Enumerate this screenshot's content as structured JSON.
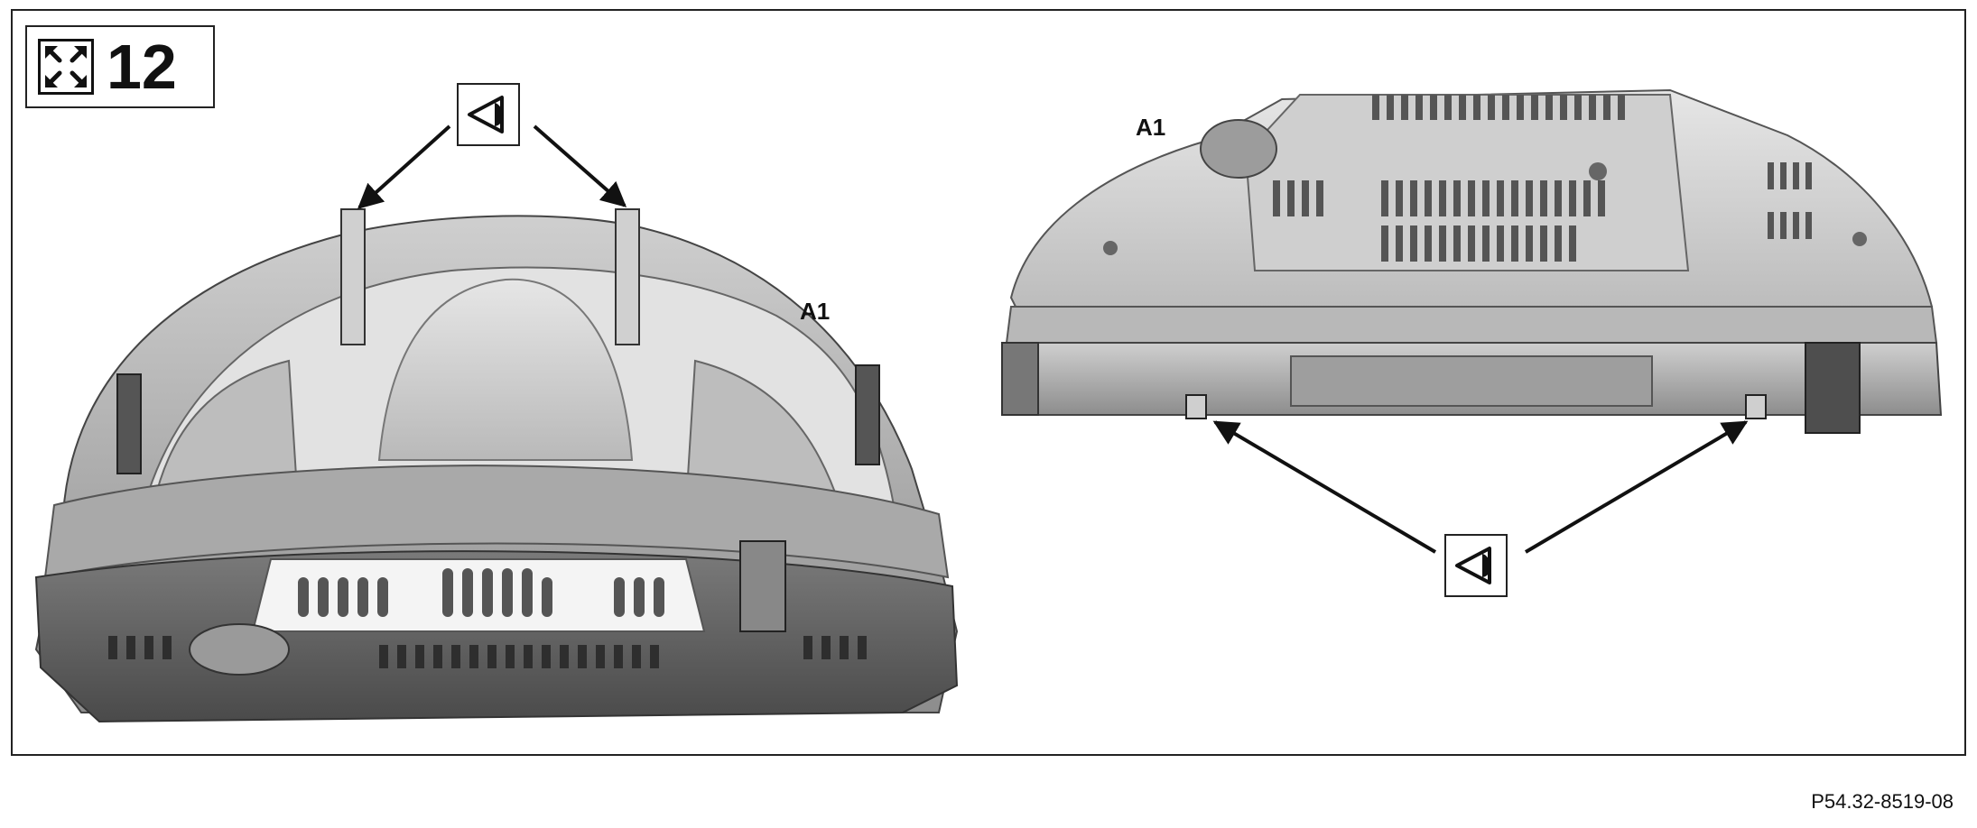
{
  "step_badge": {
    "number": "12",
    "icon": "expand-arrows-icon"
  },
  "labels": {
    "left_component": "A1",
    "right_component": "A1"
  },
  "icons": {
    "view": "eye-icon"
  },
  "figure_code": "P54.32-8519-08"
}
